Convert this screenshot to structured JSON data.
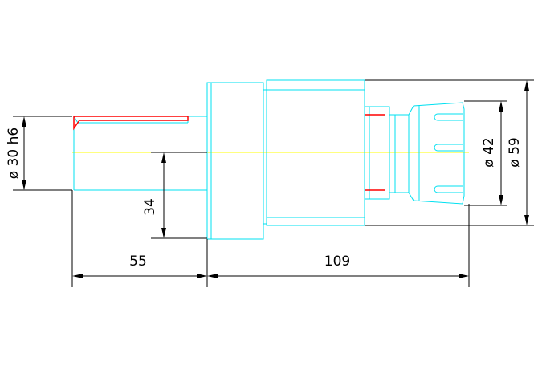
{
  "colors": {
    "background": "#ffffff",
    "part_outline": "#00e0f0",
    "center_line": "#ffff00",
    "highlight": "#ff0000",
    "dimension": "#000000"
  },
  "dimensions": {
    "shaft_diameter": "ø 30 h6",
    "shaft_length": "55",
    "body_length": "109",
    "offset_height": "34",
    "nut_diameter": "ø 42",
    "body_diameter": "ø 59"
  }
}
